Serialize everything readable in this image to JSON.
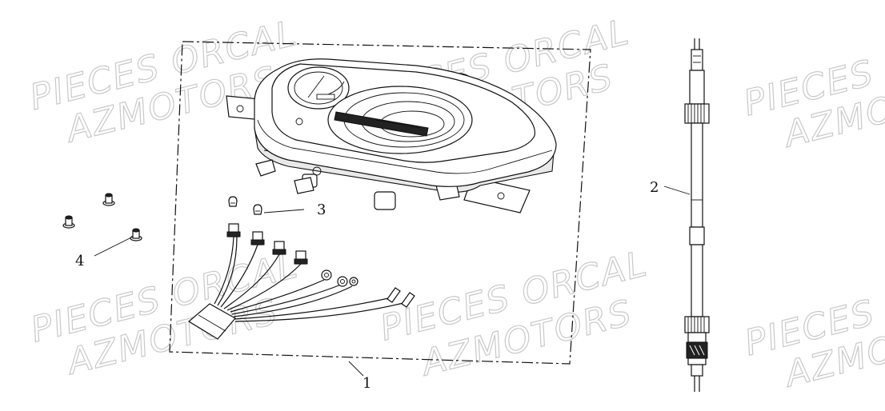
{
  "watermarks": {
    "line1": "PIECES ORCAL",
    "line2": "AZMOTORS"
  },
  "callouts": {
    "label_1": "1",
    "label_2": "2",
    "label_3": "3",
    "label_4": "4"
  },
  "parts": {
    "speedometer_assembly": "speedometer-icon",
    "speedometer_cable": "cable-icon",
    "indicator_bulb": "bulb-icon",
    "mounting_screw": "screw-icon"
  },
  "colors": {
    "line": "#111111",
    "watermark": "#c9c9c9",
    "background": "#ffffff"
  }
}
